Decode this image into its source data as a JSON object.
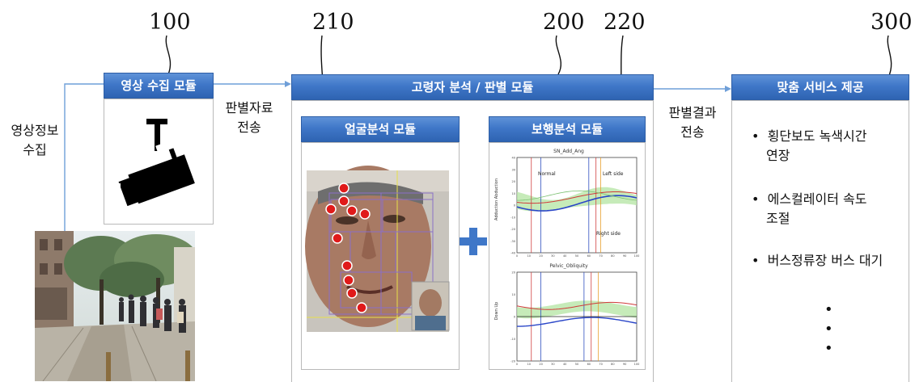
{
  "reference_numbers": {
    "camera_module": "100",
    "analysis_module": "200",
    "face_analysis": "210",
    "gait_analysis": "220",
    "service": "300"
  },
  "camera_module": {
    "title": "영상 수집 모듈"
  },
  "left_label": {
    "line1": "영상정보",
    "line2": "수집"
  },
  "transfer_label": {
    "line1": "판별자료",
    "line2": "전송"
  },
  "analysis_module": {
    "title": "고령자 분석 / 판별 모듈"
  },
  "face_module": {
    "title": "얼굴분석 모듈"
  },
  "gait_module": {
    "title": "보행분석 모듈",
    "chart1": {
      "title": "SN_Add_Ang",
      "ylabel": "Adduction  Abduction",
      "annotations": [
        "Normal",
        "Left side",
        "Right side"
      ],
      "yticks": [
        "40",
        "30",
        "20",
        "10",
        "0",
        "-10",
        "-20",
        "-30",
        "-40"
      ],
      "xticks": [
        "0",
        "10",
        "20",
        "30",
        "40",
        "50",
        "60",
        "70",
        "80",
        "90",
        "100"
      ]
    },
    "chart2": {
      "title": "Pelvic_Obliquity",
      "ylabel": "Down  Up",
      "yticks": [
        "20",
        "10",
        "0",
        "-10",
        "-20"
      ],
      "xticks": [
        "0",
        "10",
        "20",
        "30",
        "40",
        "50",
        "60",
        "70",
        "80",
        "90",
        "100"
      ]
    }
  },
  "result_label": {
    "line1": "판별결과",
    "line2": "전송"
  },
  "service": {
    "title": "맞춤 서비스 제공",
    "bullets": [
      {
        "marker": "•",
        "line1": "횡단보도 녹색시간",
        "line2": "연장"
      },
      {
        "marker": "•",
        "line1": "에스컬레이터 속도",
        "line2": "조절"
      },
      {
        "marker": "•",
        "line1": "버스정류장 버스 대기",
        "line2": ""
      }
    ],
    "continuation": [
      "•",
      "•",
      "•"
    ]
  },
  "colors": {
    "header_blue": "#3f77c8",
    "connector": "#6f9fd8",
    "plus": "#3f77c8",
    "normal_band": "#b8e6a8"
  }
}
